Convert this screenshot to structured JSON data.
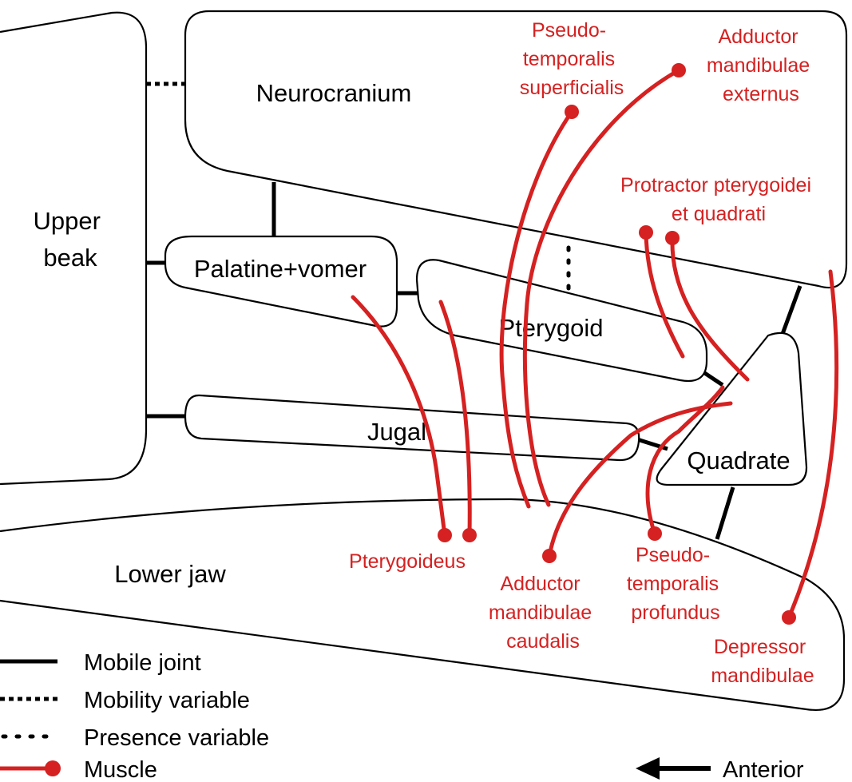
{
  "colors": {
    "muscle": "#d52121",
    "bone_stroke": "#000000",
    "background": "#ffffff"
  },
  "bones": {
    "upper_beak": [
      "Upper",
      "beak"
    ],
    "neurocranium": "Neurocranium",
    "palatine_vomer": "Palatine+vomer",
    "pterygoid": "Pterygoid",
    "jugal": "Jugal",
    "quadrate": "Quadrate",
    "lower_jaw": "Lower jaw"
  },
  "muscles": {
    "pseudotemporalis_superficialis": [
      "Pseudo-",
      "temporalis",
      "superficialis"
    ],
    "adductor_mandibulae_externus": [
      "Adductor",
      "mandibulae",
      "externus"
    ],
    "protractor_pterygoidei": [
      "Protractor pterygoidei",
      "et quadrati"
    ],
    "pterygoideus": "Pterygoideus",
    "adductor_mandibulae_caudalis": [
      "Adductor",
      "mandibulae",
      "caudalis"
    ],
    "pseudotemporalis_profundus": [
      "Pseudo-",
      "temporalis",
      "profundus"
    ],
    "depressor_mandibulae": [
      "Depressor",
      "mandibulae"
    ]
  },
  "legend": {
    "mobile_joint": "Mobile joint",
    "mobility_variable": "Mobility variable",
    "presence_variable": "Presence variable",
    "muscle": "Muscle",
    "anterior": "Anterior"
  }
}
